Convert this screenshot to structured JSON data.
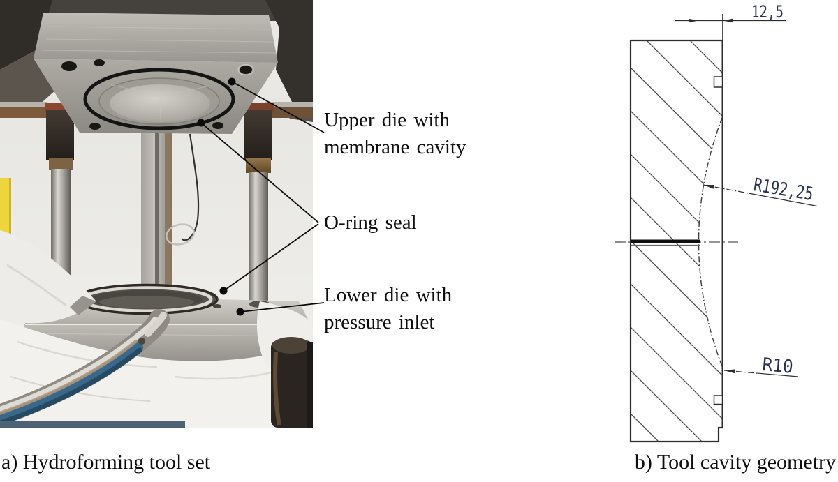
{
  "panel_a": {
    "caption": "a) Hydroforming tool set",
    "labels": {
      "upper_die": "Upper die with membrane cavity",
      "oring": "O-ring seal",
      "lower_die": "Lower die with pressure inlet"
    }
  },
  "panel_b": {
    "caption": "b) Tool cavity geometry",
    "dimensions": {
      "cavity_depth": "12,5",
      "cavity_radius": "R192,25",
      "fillet_radius": "R10"
    }
  },
  "style": {
    "line_color": "#2e2e2e",
    "dim_text_color": "#2a3152",
    "label_text_color": "#0e0e0e"
  }
}
